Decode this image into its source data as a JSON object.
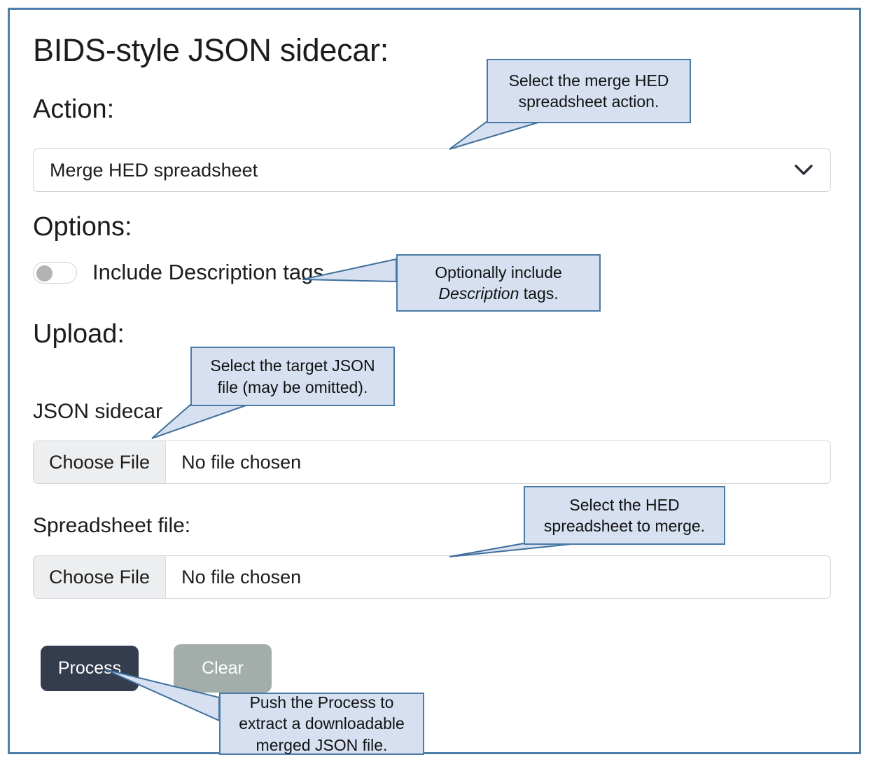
{
  "page": {
    "title": "BIDS-style JSON sidecar:",
    "border_color": "#4d7ea8"
  },
  "action": {
    "heading": "Action:",
    "selected": "Merge HED spreadsheet",
    "chevron_icon": "chevron-down-icon"
  },
  "options": {
    "heading": "Options:",
    "toggle": {
      "label": "Include Description tags",
      "state": "off"
    }
  },
  "upload": {
    "heading": "Upload:",
    "fields": [
      {
        "label": "JSON sidecar",
        "button_label": "Choose File",
        "file_status": "No file chosen"
      },
      {
        "label": "Spreadsheet file:",
        "button_label": "Choose File",
        "file_status": "No file chosen"
      }
    ]
  },
  "buttons": {
    "process": {
      "label": "Process",
      "color": "#343d4e"
    },
    "clear": {
      "label": "Clear",
      "color": "#a3aeab"
    }
  },
  "callouts": [
    {
      "id": "action-callout",
      "line1": "Select the merge HED",
      "line2": "spreadsheet action."
    },
    {
      "id": "options-callout",
      "line1": "Optionally include",
      "line2_pre": "",
      "line2_em": "Description",
      "line2_post": " tags."
    },
    {
      "id": "json-sidecar-callout",
      "line1": "Select the target JSON",
      "line2": "file (may be omitted)."
    },
    {
      "id": "spreadsheet-callout",
      "line1": "Select the HED",
      "line2": "spreadsheet to merge."
    },
    {
      "id": "process-callout",
      "line1": "Push the Process to",
      "line2": "extract a downloadable",
      "line3": "merged JSON file."
    }
  ],
  "colors": {
    "callout_fill": "#d6e0f0",
    "callout_border": "#4a7ba7",
    "frame_border": "#4d7ea8"
  }
}
